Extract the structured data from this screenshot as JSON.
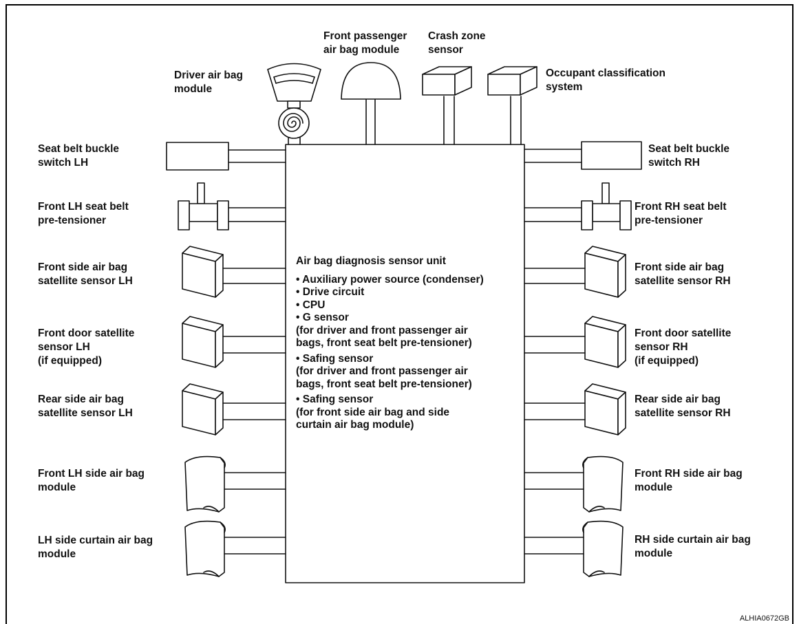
{
  "labels": {
    "driver_airbag": "Driver air bag\nmodule",
    "passenger_airbag": "Front passenger\nair bag module",
    "crash_zone": "Crash zone\nsensor",
    "occupant": "Occupant classification\nsystem",
    "buckle_lh": "Seat belt buckle\nswitch LH",
    "buckle_rh": "Seat belt buckle\nswitch RH",
    "pretensioner_lh": "Front LH seat belt\npre-tensioner",
    "pretensioner_rh": "Front RH seat belt\npre-tensioner",
    "front_side_sat_lh": "Front side air bag\nsatellite sensor LH",
    "front_side_sat_rh": "Front side air bag\nsatellite sensor RH",
    "door_sat_lh": "Front door satellite\nsensor LH\n(if equipped)",
    "door_sat_rh": "Front door satellite\nsensor RH\n(if equipped)",
    "rear_side_sat_lh": "Rear side air bag\nsatellite sensor LH",
    "rear_side_sat_rh": "Rear side air bag\nsatellite sensor RH",
    "side_airbag_lh": "Front LH side air bag\nmodule",
    "side_airbag_rh": "Front RH side air bag\nmodule",
    "curtain_lh": "LH side curtain air bag\nmodule",
    "curtain_rh": "RH side curtain air bag\nmodule"
  },
  "unit": {
    "title": "Air bag diagnosis sensor unit",
    "line1": "• Auxiliary power source (condenser)",
    "line2": "• Drive circuit",
    "line3": "• CPU",
    "line4": "• G sensor",
    "line5": "(for driver and front passenger air",
    "line6": "bags, front seat belt pre-tensioner)",
    "line7": "• Safing sensor",
    "line8": "(for driver and front passenger air",
    "line9": "bags, front seat belt pre-tensioner)",
    "line10": "• Safing sensor",
    "line11": "(for front side air bag and side",
    "line12": "curtain air bag module)"
  },
  "reference_code": "ALHIA0672GB"
}
